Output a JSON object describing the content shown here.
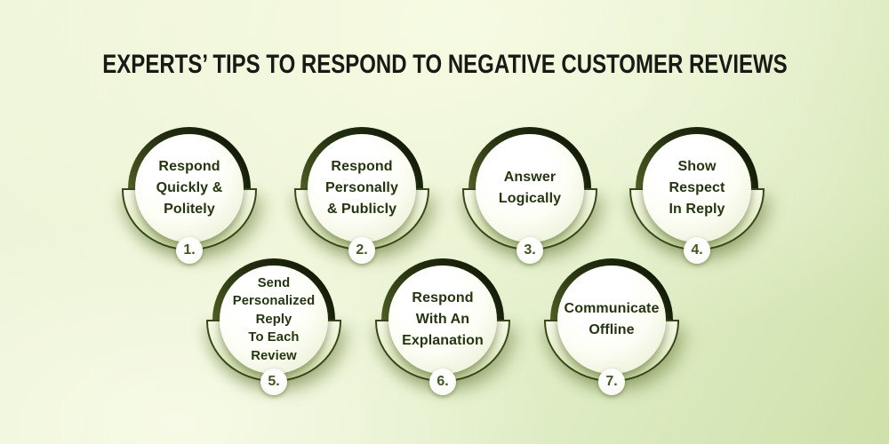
{
  "title": "EXPERTS’ TIPS TO RESPOND TO NEGATIVE CUSTOMER REVIEWS",
  "tips": [
    {
      "number": "1.",
      "label": "Respond\nQuickly &\nPolitely"
    },
    {
      "number": "2.",
      "label": "Respond\nPersonally\n& Publicly"
    },
    {
      "number": "3.",
      "label": "Answer\nLogically"
    },
    {
      "number": "4.",
      "label": "Show\nRespect\nIn Reply"
    },
    {
      "number": "5.",
      "label": "Send\nPersonalized\nReply\nTo Each\nReview"
    },
    {
      "number": "6.",
      "label": "Respond\nWith An\nExplanation"
    },
    {
      "number": "7.",
      "label": "Communicate\nOffline"
    }
  ],
  "colors": {
    "background_light": "#eff5da",
    "background_dark": "#cfe0aa",
    "ring_dark": "#131b08",
    "ring_light": "#7e8d53",
    "cup_outline": "#39471c",
    "label_green": "#24350f",
    "title_color": "#181a16"
  }
}
